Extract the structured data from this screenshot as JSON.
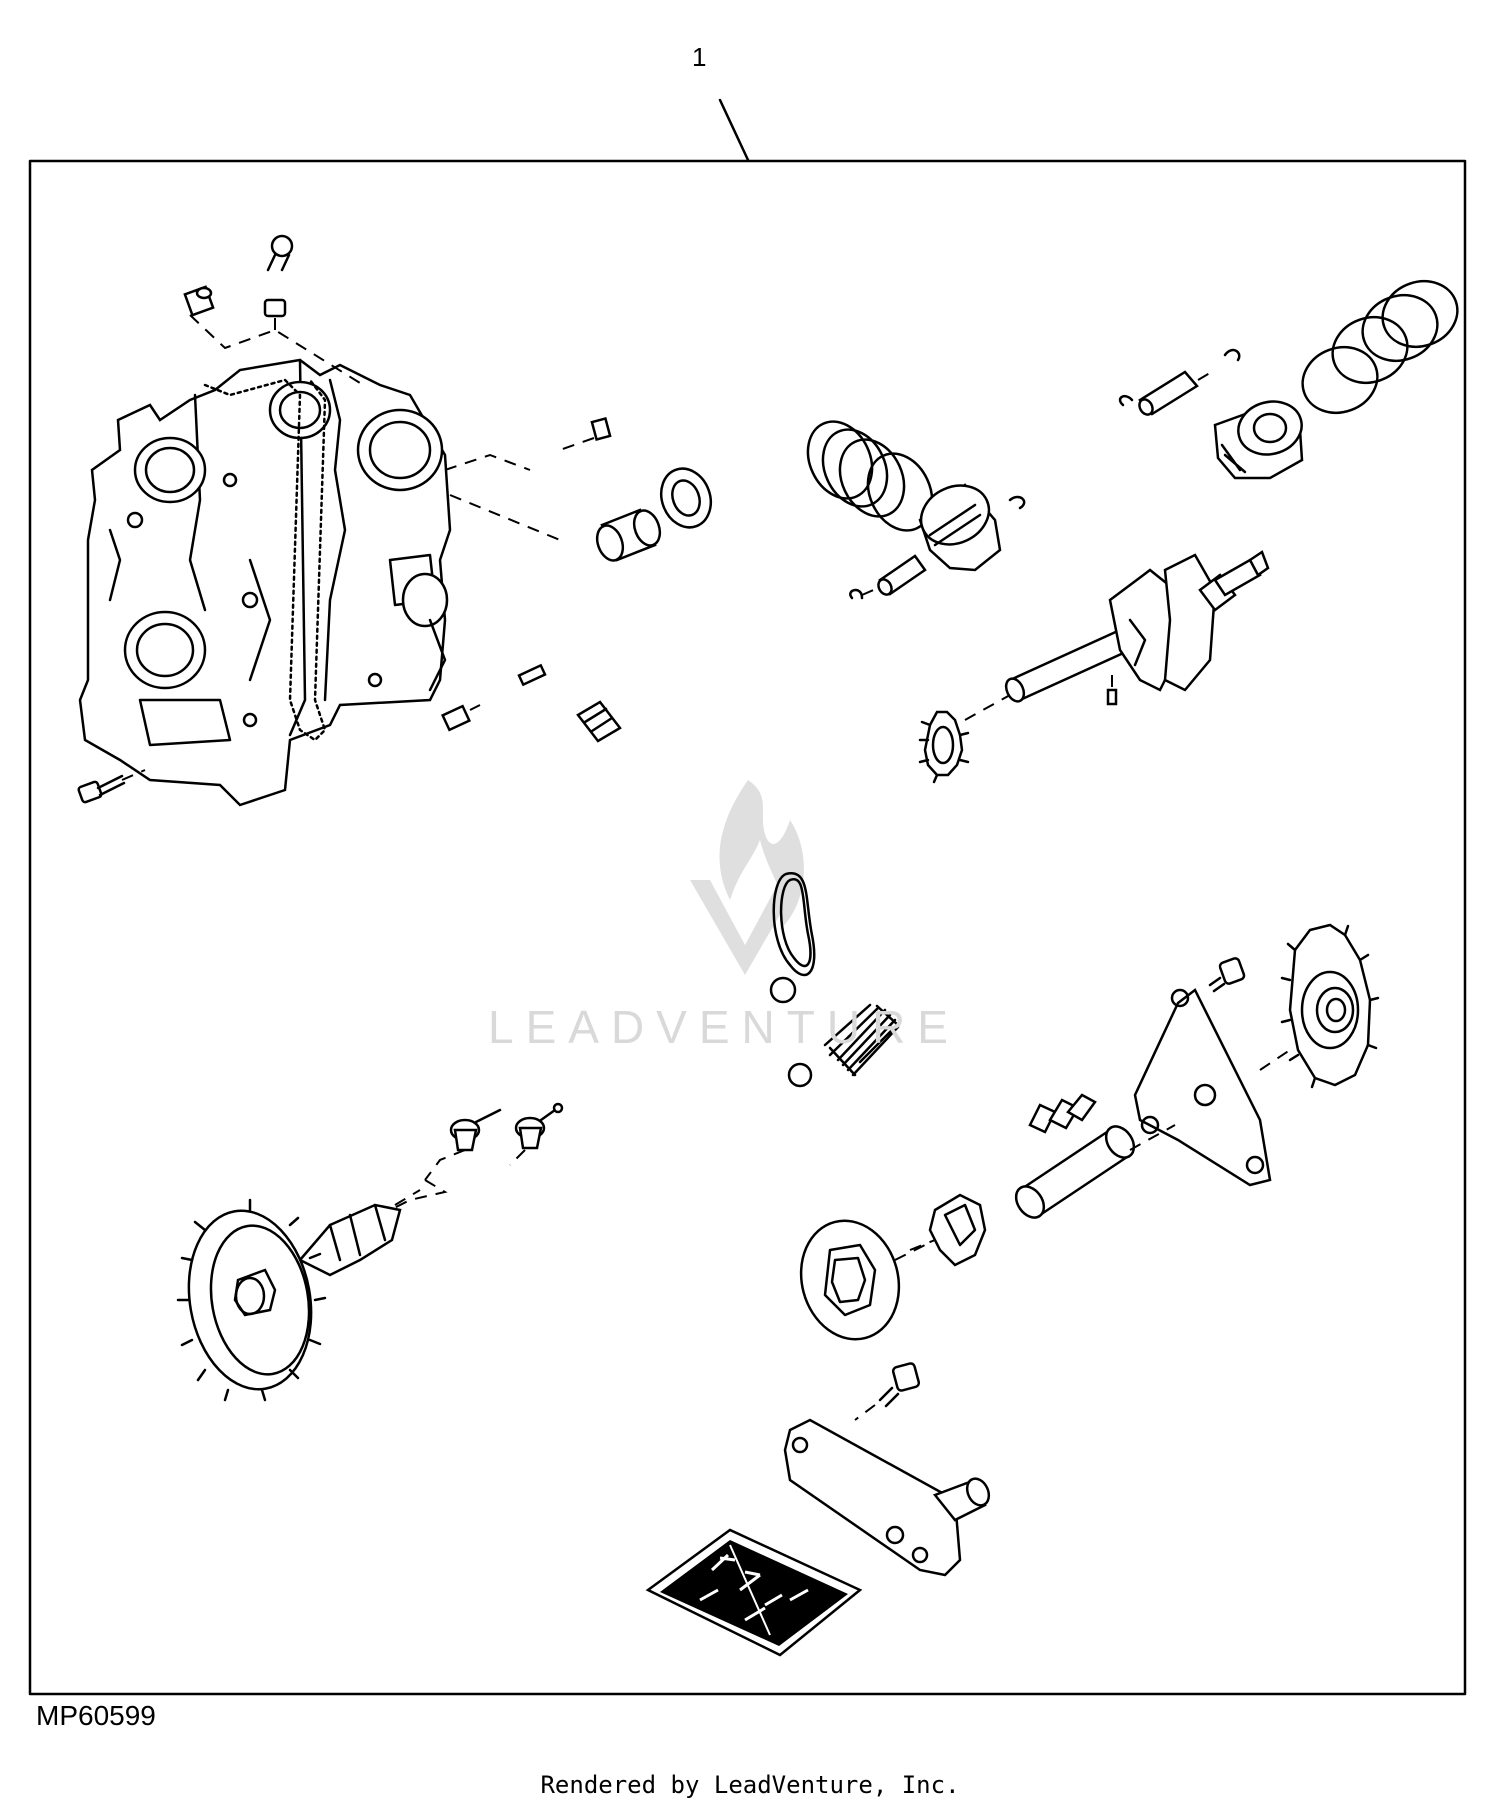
{
  "callout": "1",
  "figure_id": "MP60599",
  "footer": "Rendered by LeadVenture, Inc.",
  "watermark": "LEADVENTURE",
  "colors": {
    "line": "#000000",
    "background": "#ffffff",
    "watermark": "#d9d9d9"
  }
}
